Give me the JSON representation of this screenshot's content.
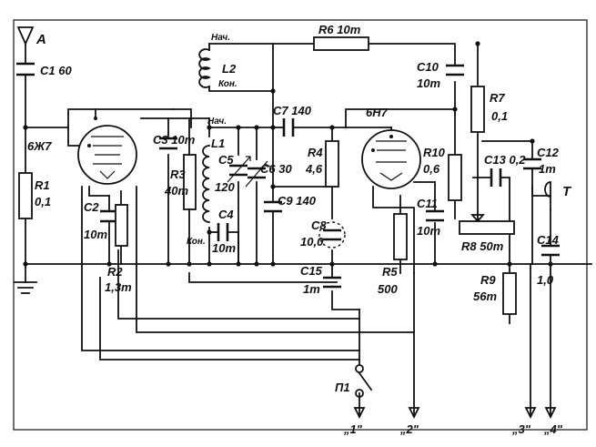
{
  "labels": {
    "antenna": "A",
    "c1": "C1 60",
    "r1_name": "R1",
    "r1_val": "0,1",
    "tube1": "6Ж7",
    "c2_name": "C2",
    "c2_val": "10т",
    "r2_name": "R2",
    "r2_val": "1,3т",
    "c3": "C3 10т",
    "r3_name": "R3",
    "r3_val": "40т",
    "l2_name": "L2",
    "l2_start": "Нач.",
    "l2_end": "Кон.",
    "l1_name": "L1",
    "l1_start": "Нач.",
    "l1_end": "Кон.",
    "c4_name": "C4",
    "c4_val": "10т",
    "c5_name": "C5",
    "c5_val": "120",
    "c6": "C6 30",
    "c7": "C7 140",
    "c9": "C9 140",
    "r6": "R6 10т",
    "r4_name": "R4",
    "r4_val": "4,6",
    "c8_name": "C8",
    "c8_val": "10,0",
    "c15_name": "C15",
    "c15_val": "1т",
    "tube2": "6Н7",
    "c10_name": "C10",
    "c10_val": "10т",
    "r7_name": "R7",
    "r7_val": "0,1",
    "r10_name": "R10",
    "r10_val": "0,6",
    "c11_name": "C11",
    "c11_val": "10т",
    "r5_name": "R5",
    "r5_val": "500",
    "c13": "C13 0,2",
    "c12_name": "C12",
    "c12_val": "1т",
    "phones": "T",
    "r8": "R8 50т",
    "r9_name": "R9",
    "r9_val": "56т",
    "c14_name": "C14",
    "c14_val": "1,0",
    "switch": "П1",
    "t1": "„1\"",
    "t2": "„2\"",
    "t3": "„3\"",
    "t4": "„4\""
  }
}
